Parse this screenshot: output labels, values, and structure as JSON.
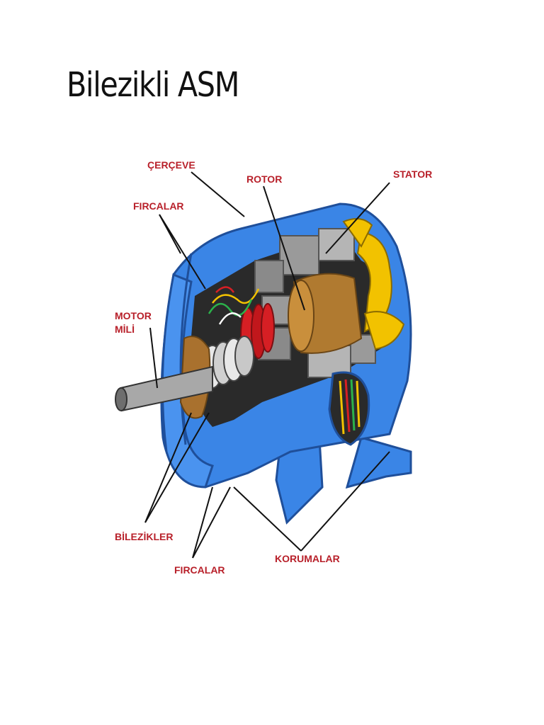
{
  "page": {
    "title": "Bilezikli ASM"
  },
  "diagram": {
    "labels": {
      "cerceve": "ÇERÇEVE",
      "rotor": "ROTOR",
      "stator": "STATOR",
      "fircalar_top": "FIRCALAR",
      "motor": "MOTOR",
      "mili": "MİLİ",
      "bilezikler": "BİLEZİKLER",
      "fircalar_bottom": "FIRCALAR",
      "korumalar": "KORUMALAR"
    },
    "colors": {
      "label": "#b8202a",
      "frame": "#3a85e6",
      "frame_dark": "#1f4f9a",
      "rotor": "#b07a30",
      "stator_core": "#9a9a9a",
      "winding": "#f2c200",
      "slip_ring": "#d61f24",
      "shaft": "#a8a8a8"
    }
  }
}
